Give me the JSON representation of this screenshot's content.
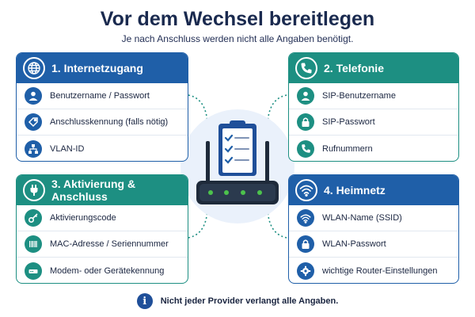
{
  "header": {
    "title": "Vor dem Wechsel bereitlegen",
    "subtitle": "Je nach Anschluss werden nicht alle Angaben benötigt."
  },
  "colors": {
    "blue": "#1f5fa8",
    "teal": "#1d8f82",
    "navy": "#1a2a4f"
  },
  "cards": {
    "internet": {
      "title": "1. Internetzugang",
      "icon": "globe-icon",
      "items": [
        {
          "label": "Benutzername / Passwort",
          "icon": "user-icon"
        },
        {
          "label": "Anschlusskennung (falls nötig)",
          "icon": "tag-icon"
        },
        {
          "label": "VLAN-ID",
          "icon": "network-icon"
        }
      ]
    },
    "telefonie": {
      "title": "2. Telefonie",
      "icon": "phone-icon",
      "items": [
        {
          "label": "SIP-Benutzername",
          "icon": "user-icon"
        },
        {
          "label": "SIP-Passwort",
          "icon": "lock-icon"
        },
        {
          "label": "Rufnummern",
          "icon": "phone-icon"
        }
      ]
    },
    "aktivierung": {
      "title": "3. Aktivierung & Anschluss",
      "icon": "plug-icon",
      "items": [
        {
          "label": "Aktivierungscode",
          "icon": "key-icon"
        },
        {
          "label": "MAC-Adresse / Seriennummer",
          "icon": "barcode-icon"
        },
        {
          "label": "Modem- oder Gerätekennung",
          "icon": "modem-icon"
        }
      ]
    },
    "heimnetz": {
      "title": "4. Heimnetz",
      "icon": "wifi-icon",
      "items": [
        {
          "label": "WLAN-Name (SSID)",
          "icon": "wifi-icon"
        },
        {
          "label": "WLAN-Passwort",
          "icon": "lock-icon"
        },
        {
          "label": "wichtige Router-Einstellungen",
          "icon": "gear-icon"
        }
      ]
    }
  },
  "footer": {
    "note": "Nicht jeder Provider verlangt alle Angaben.",
    "icon": "info-icon"
  }
}
